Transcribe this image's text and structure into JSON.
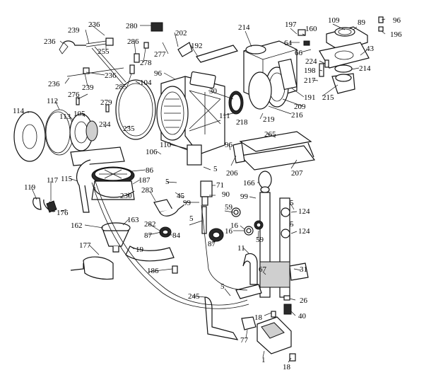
{
  "labels": {
    "l96a": "96",
    "l196": "196",
    "l109": "109",
    "l89": "89",
    "l160": "160",
    "l197": "197",
    "l214a": "214",
    "l64": "64",
    "l66": "66",
    "l43": "43",
    "l224": "224",
    "l198": "198",
    "l214b": "214",
    "l217": "217",
    "l191": "191",
    "l215": "215",
    "l209": "209",
    "l216": "216",
    "l239a": "239",
    "l236a": "236",
    "l236b": "236",
    "l255": "255",
    "l280": "280",
    "l202": "202",
    "l192": "192",
    "l286": "286",
    "l277": "277",
    "l278": "278",
    "l96b": "96",
    "l236c": "236",
    "l236d": "236",
    "l276": "276",
    "l239b": "239",
    "l285": "285",
    "l104": "104",
    "l30": "30",
    "l279": "279",
    "l112": "112",
    "l114": "114",
    "l113": "113",
    "l105": "105",
    "l234": "234",
    "l235": "235",
    "l111": "111",
    "l218": "218",
    "l219": "219",
    "l265": "265",
    "l110": "110",
    "l106": "106",
    "l96c": "96",
    "l206": "206",
    "l207": "207",
    "l86": "86",
    "l187": "187",
    "l115": "115",
    "l117": "117",
    "l119": "119",
    "l230": "230",
    "l176": "176",
    "l5a": "5",
    "l5b": "5",
    "l45": "45",
    "l283": "283",
    "l71": "71",
    "l90": "90",
    "l99a": "99",
    "l166": "166",
    "l99b": "99",
    "l162": "162",
    "l163": "163",
    "l282": "282",
    "l87a": "87",
    "l84": "84",
    "l5c": "5",
    "l59a": "59",
    "l16a": "16",
    "l16b": "16",
    "l59b": "59",
    "l5d": "5",
    "l124a": "124",
    "l5e": "5",
    "l124b": "124",
    "l87b": "87",
    "l177": "177",
    "l19": "19",
    "l11": "11",
    "l67": "67",
    "l31": "31",
    "l186": "186",
    "l245": "245",
    "l5f": "5",
    "l26": "26",
    "l18a": "18",
    "l40": "40",
    "l77": "77",
    "l1": "1",
    "l18b": "18"
  }
}
